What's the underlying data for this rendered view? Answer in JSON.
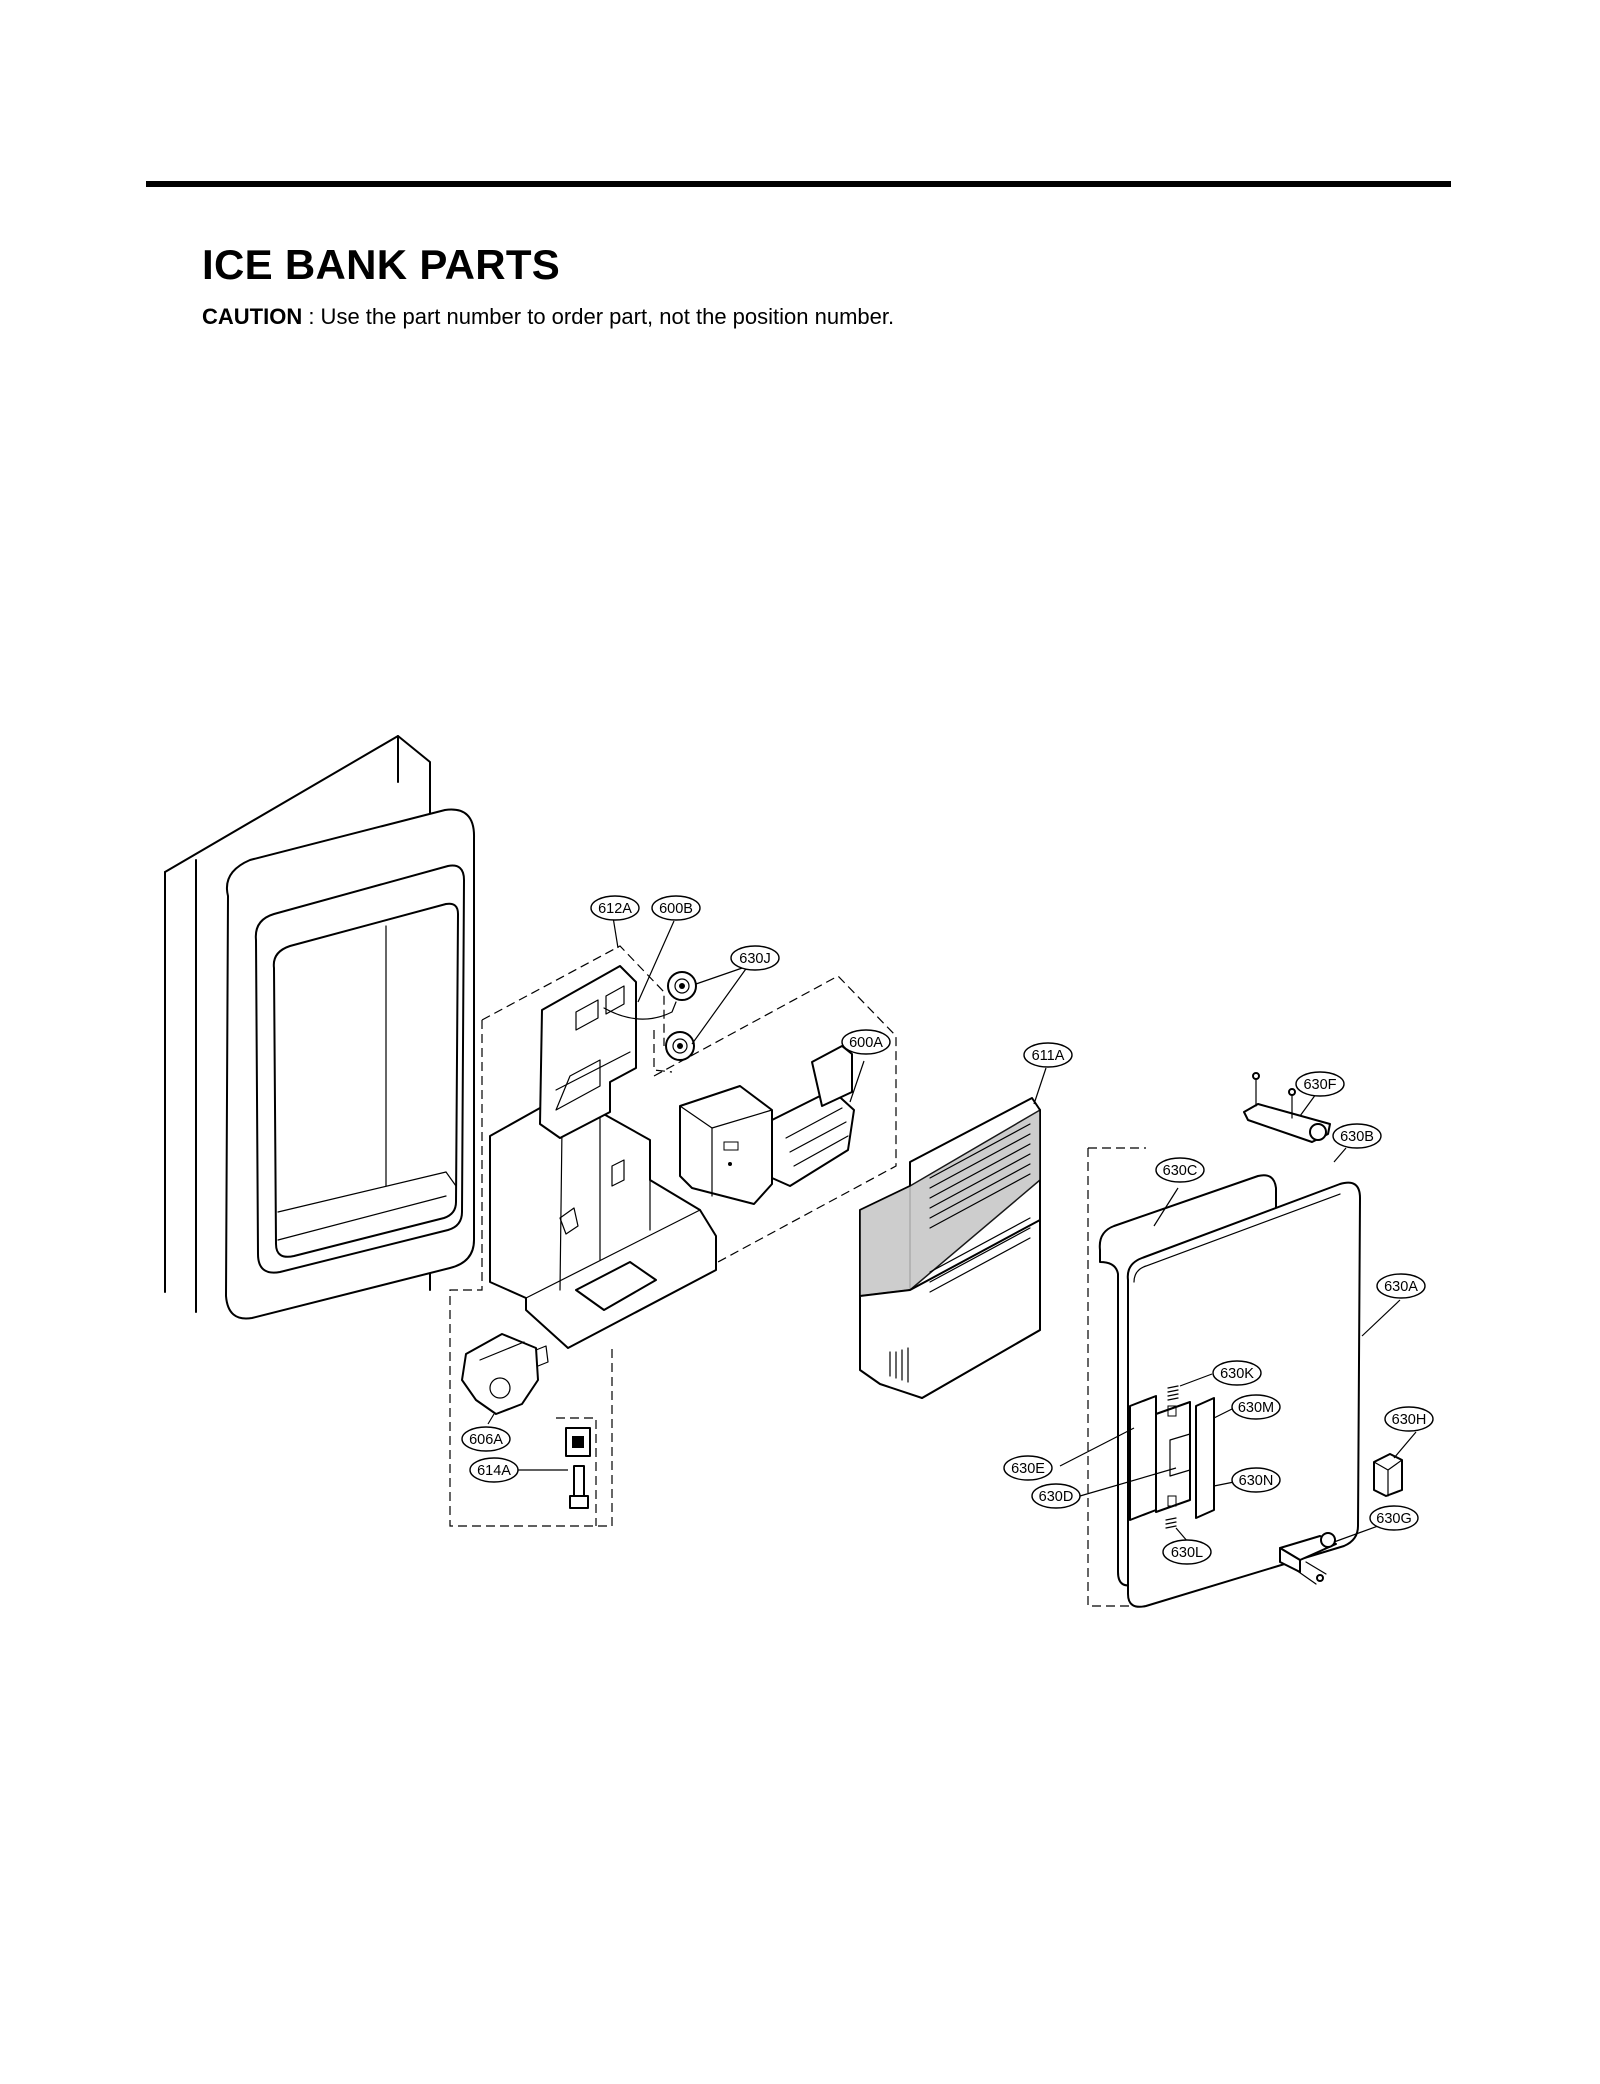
{
  "header": {
    "title": "ICE BANK PARTS",
    "caution_label": "CAUTION",
    "caution_text": " : Use the part number to order part, not the position number."
  },
  "callouts": [
    "612A",
    "600B",
    "630J",
    "600A",
    "611A",
    "630F",
    "630B",
    "630C",
    "630A",
    "630K",
    "630M",
    "630H",
    "630E",
    "630D",
    "630N",
    "630G",
    "630L",
    "606A",
    "614A"
  ]
}
